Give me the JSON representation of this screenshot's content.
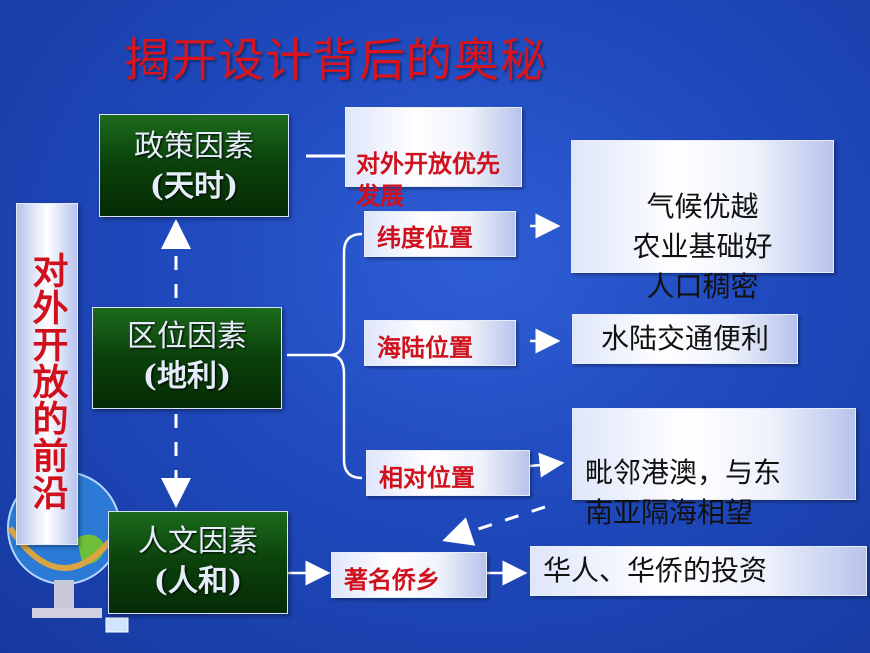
{
  "title": "揭开设计背后的奥秘",
  "vertical_label": "对外开放的前沿",
  "factors": {
    "policy": {
      "main": "政策因素",
      "sub": "(天时)"
    },
    "location": {
      "main": "区位因素",
      "sub": "(地利)"
    },
    "human": {
      "main": "人文因素",
      "sub": "(人和)"
    }
  },
  "policy_result": "对外开放优先发展",
  "location_items": [
    {
      "label": "纬度位置",
      "result": "气候优越\n农业基础好\n人口稠密"
    },
    {
      "label": "海陆位置",
      "result": "水陆交通便利"
    },
    {
      "label": "相对位置",
      "result": "毗邻港澳，与东\n南亚隔海相望"
    }
  ],
  "human_item": {
    "label": "著名侨乡",
    "result": "华人、华侨的投资"
  }
}
